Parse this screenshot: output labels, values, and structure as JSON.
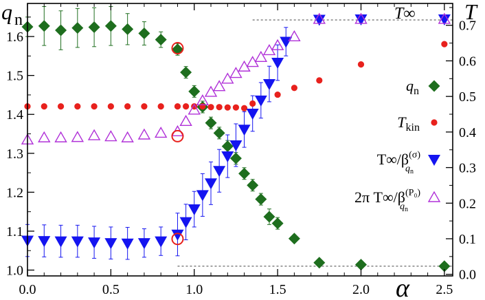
{
  "chart_data": {
    "type": "scatter",
    "x_axis": {
      "label": "α",
      "range": [
        0,
        2.55
      ],
      "ticks": [
        0.0,
        0.5,
        1.0,
        1.5,
        2.0,
        2.5
      ],
      "tick_labels": [
        "0.0",
        "0.5",
        "1.0",
        "1.5",
        "2.0",
        "2.5"
      ]
    },
    "y_axis_left": {
      "label_main": "q",
      "label_sub": "n",
      "range": [
        0.985,
        1.685
      ],
      "ticks": [
        1.0,
        1.1,
        1.2,
        1.3,
        1.4,
        1.5,
        1.6
      ],
      "tick_labels": [
        "1.0",
        "1.1",
        "1.2",
        "1.3",
        "1.4",
        "1.5",
        "1.6"
      ]
    },
    "y_axis_right": {
      "label": "T",
      "range": [
        -0.0045,
        0.7614
      ],
      "ticks": [
        0.0,
        0.1,
        0.2,
        0.3,
        0.4,
        0.5,
        0.6,
        0.7
      ],
      "tick_labels": [
        "0.0",
        "0.1",
        "0.2",
        "0.3",
        "0.4",
        "0.5",
        "0.6",
        "0.7"
      ]
    },
    "reference_lines": [
      {
        "axis": "right",
        "value": 0.715,
        "x_start": 1.35,
        "label": "T∞"
      },
      {
        "axis": "left",
        "value": 1.01,
        "x_start": 0.9
      }
    ],
    "series": [
      {
        "name": "q_n",
        "axis": "left",
        "marker": "diamond",
        "color": "#1e6e1e",
        "x": [
          0.0,
          0.1,
          0.2,
          0.3,
          0.4,
          0.5,
          0.6,
          0.7,
          0.8,
          0.9,
          0.95,
          1.0,
          1.05,
          1.1,
          1.15,
          1.2,
          1.25,
          1.3,
          1.35,
          1.4,
          1.45,
          1.5,
          1.6,
          1.75,
          2.0,
          2.5
        ],
        "y": [
          1.625,
          1.627,
          1.616,
          1.622,
          1.624,
          1.627,
          1.619,
          1.608,
          1.592,
          1.567,
          1.508,
          1.459,
          1.419,
          1.378,
          1.352,
          1.318,
          1.287,
          1.248,
          1.218,
          1.182,
          1.137,
          1.12,
          1.081,
          1.019,
          1.014,
          1.01
        ],
        "err": [
          0.025,
          0.05,
          0.05,
          0.05,
          0.05,
          0.05,
          0.04,
          0.03,
          0.02,
          0.015,
          0.015,
          0.015,
          0.015,
          0.015,
          0.015,
          0.015,
          0.015,
          0.015,
          0.015,
          0.015,
          0.02,
          0.015,
          0.0,
          0.0,
          0.0,
          0.0
        ]
      },
      {
        "name": "T_kin",
        "axis": "right",
        "marker": "circle",
        "color": "#e8211d",
        "x": [
          0.0,
          0.1,
          0.2,
          0.3,
          0.4,
          0.5,
          0.6,
          0.7,
          0.8,
          0.9,
          0.95,
          1.0,
          1.05,
          1.1,
          1.15,
          1.2,
          1.25,
          1.3,
          1.35,
          1.4,
          1.5,
          1.6,
          1.75,
          2.0,
          2.5
        ],
        "y": [
          0.472,
          0.472,
          0.472,
          0.472,
          0.472,
          0.472,
          0.472,
          0.472,
          0.472,
          0.472,
          0.472,
          0.472,
          0.472,
          0.47,
          0.47,
          0.469,
          0.469,
          0.467,
          0.48,
          0.491,
          0.505,
          0.524,
          0.545,
          0.59,
          0.647
        ]
      },
      {
        "name": "T∞/β(σ)",
        "axis": "right",
        "marker": "triangle-down",
        "color": "#1414f0",
        "x": [
          0.0,
          0.1,
          0.2,
          0.3,
          0.4,
          0.5,
          0.6,
          0.7,
          0.8,
          0.9,
          0.95,
          1.0,
          1.05,
          1.1,
          1.15,
          1.2,
          1.25,
          1.3,
          1.35,
          1.4,
          1.45,
          1.5,
          1.55,
          1.75,
          2.0,
          2.5
        ],
        "y": [
          0.095,
          0.094,
          0.093,
          0.093,
          0.09,
          0.088,
          0.087,
          0.088,
          0.093,
          0.112,
          0.147,
          0.183,
          0.223,
          0.256,
          0.291,
          0.332,
          0.363,
          0.407,
          0.452,
          0.489,
          0.535,
          0.595,
          0.654,
          0.716,
          0.717,
          0.717
        ],
        "err": [
          0.045,
          0.045,
          0.045,
          0.045,
          0.045,
          0.045,
          0.045,
          0.04,
          0.04,
          0.06,
          0.05,
          0.05,
          0.06,
          0.06,
          0.06,
          0.06,
          0.06,
          0.05,
          0.05,
          0.05,
          0.05,
          0.05,
          0.04,
          0.0,
          0.0,
          0.0
        ]
      },
      {
        "name": "2π T∞/β(P0)",
        "axis": "right",
        "marker": "triangle-up",
        "color": "#b030d8",
        "x": [
          0.0,
          0.1,
          0.2,
          0.3,
          0.4,
          0.5,
          0.6,
          0.7,
          0.8,
          0.9,
          0.95,
          1.0,
          1.05,
          1.1,
          1.15,
          1.2,
          1.25,
          1.3,
          1.35,
          1.4,
          1.45,
          1.5,
          1.6,
          1.75,
          2.0,
          2.5
        ],
        "y": [
          0.378,
          0.384,
          0.384,
          0.385,
          0.39,
          0.387,
          0.384,
          0.392,
          0.397,
          0.401,
          0.43,
          0.462,
          0.488,
          0.512,
          0.528,
          0.549,
          0.565,
          0.583,
          0.596,
          0.61,
          0.629,
          0.643,
          0.668,
          0.717,
          0.717,
          0.717
        ]
      },
      {
        "name": "highlighted",
        "axis": "left",
        "marker": "open-circle",
        "color": "#e8211d",
        "x": [
          0.9,
          0.9,
          0.9
        ],
        "y": [
          1.57,
          1.344,
          1.08
        ]
      }
    ],
    "legend": {
      "position": "right",
      "entries": [
        {
          "series": 0,
          "text": "q",
          "sub": "n"
        },
        {
          "series": 1,
          "text": "T",
          "sub": "kin"
        },
        {
          "series": 2,
          "text": "T∞/β"
        },
        {
          "series": 3,
          "text": "2π T∞/β"
        }
      ]
    }
  }
}
